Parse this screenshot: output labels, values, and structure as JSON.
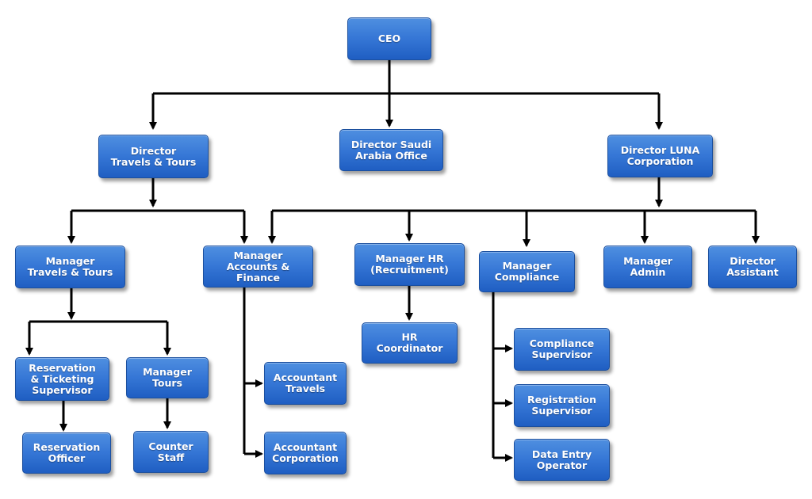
{
  "org_chart": {
    "ceo": "CEO",
    "director_travels": "Director\nTravels & Tours",
    "director_saudi": "Director Saudi\nArabia Office",
    "director_luna": "Director LUNA\nCorporation",
    "manager_travels": "Manager\nTravels & Tours",
    "manager_accounts": "Manager\nAccounts &\nFinance",
    "manager_hr": "Manager  HR\n(Recruitment)",
    "manager_compliance": "Manager\nCompliance",
    "manager_admin": "Manager\nAdmin",
    "director_assistant": "Director\nAssistant",
    "reservation_supervisor": "Reservation\n& Ticketing\nSupervisor",
    "manager_tours": "Manager\nTours",
    "reservation_officer": "Reservation\nOfficer",
    "counter_staff": "Counter\nStaff",
    "accountant_travels": "Accountant\nTravels",
    "accountant_corporation": "Accountant\nCorporation",
    "hr_coordinator": "HR\nCoordinator",
    "compliance_supervisor": "Compliance\nSupervisor",
    "registration_supervisor": "Registration\nSupervisor",
    "data_entry_operator": "Data Entry\nOperator"
  },
  "colors": {
    "node_fill": "#3677d6",
    "node_text": "#ffffff",
    "connector": "#000000"
  }
}
